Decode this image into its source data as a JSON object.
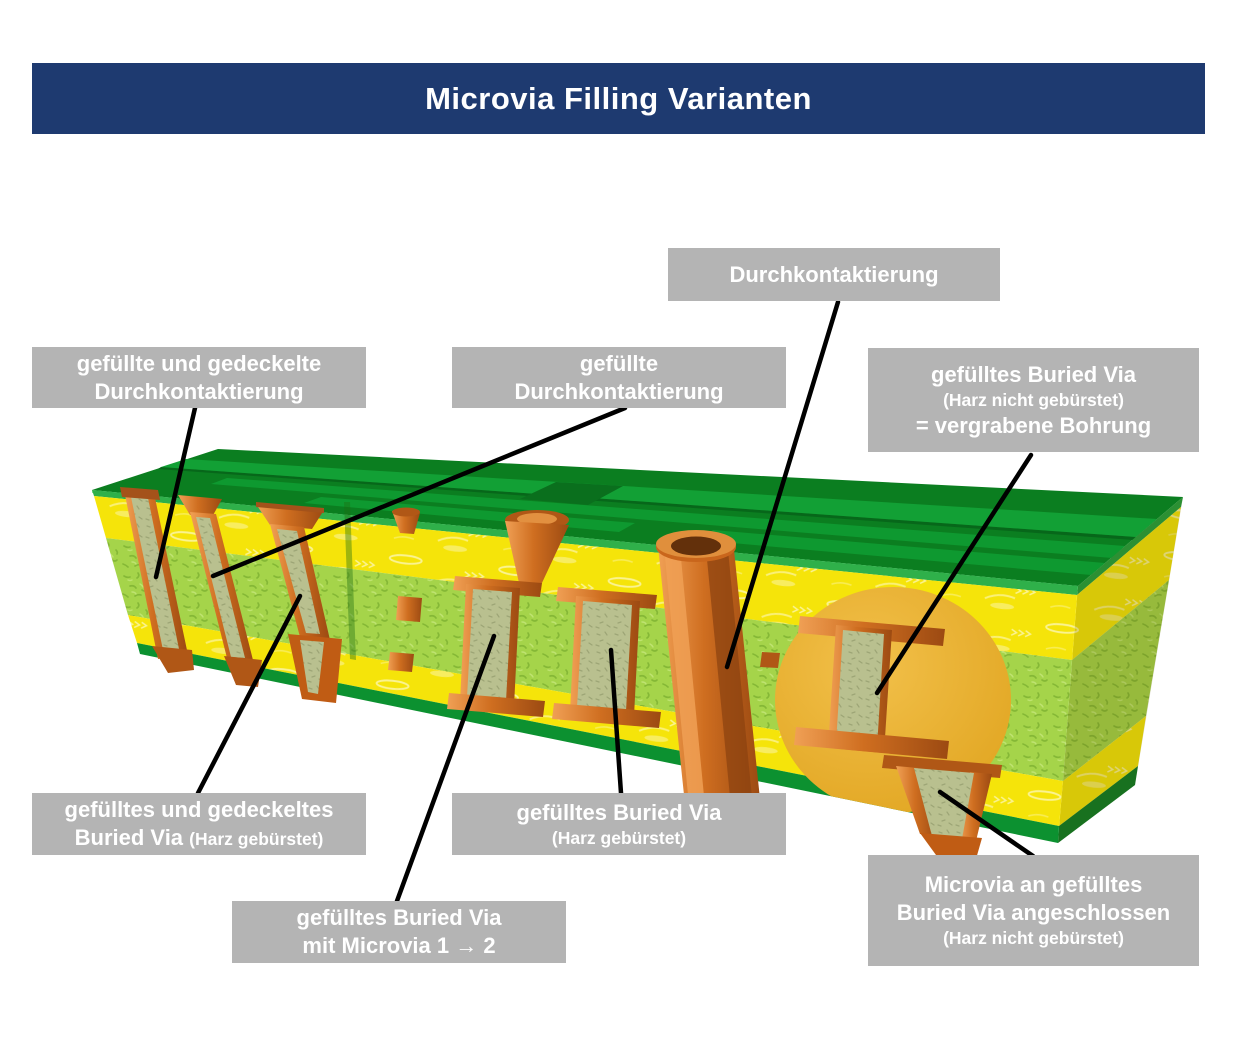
{
  "header": {
    "title": "Microvia Filling Varianten"
  },
  "labels": {
    "dk": {
      "line1": "Durchkontaktierung"
    },
    "dk_gedeckelt": {
      "line1": "gefüllte und gedeckelte",
      "line2": "Durchkontaktierung"
    },
    "dk_gefuellt": {
      "line1": "gefüllte",
      "line2": "Durchkontaktierung"
    },
    "bv_vergraben": {
      "line1": "gefülltes Buried Via",
      "line2_small": "(Harz nicht gebürstet)",
      "line3": "= vergrabene Bohrung"
    },
    "bv_gedeckelt": {
      "line1": "gefülltes und gedeckeltes",
      "line2_main": "Buried Via",
      "line2_small": "(Harz gebürstet)"
    },
    "bv_gebuerstet": {
      "line1": "gefülltes Buried Via",
      "line2_small": "(Harz gebürstet)"
    },
    "bv_microvia": {
      "line1": "gefülltes Buried Via",
      "line2": "mit Microvia 1 → 2"
    },
    "microvia_bv": {
      "line1": "Microvia an gefülltes",
      "line2": "Buried Via angeschlossen",
      "line3_small": "(Harz nicht gebürstet)"
    }
  },
  "colors": {
    "title-bar": "#1e3a70",
    "title-text": "#ffffff",
    "label-bg": "#b4b4b4",
    "label-text": "#ffffff",
    "solder-mask-green": "#0b7e20",
    "trace-green-light": "#12a035",
    "board-edge-green": "#0c9130",
    "core-green": "#a5d44a",
    "core-speckle-green": "#7fb332",
    "prepreg-yellow": "#f5e40a",
    "copper": "#c9661c",
    "copper-light": "#f0a055",
    "copper-dark": "#8a4210",
    "via-fill-khaki": "#b9c08f",
    "resin-amber": "#e9af2b",
    "pointer-line": "#000000"
  }
}
